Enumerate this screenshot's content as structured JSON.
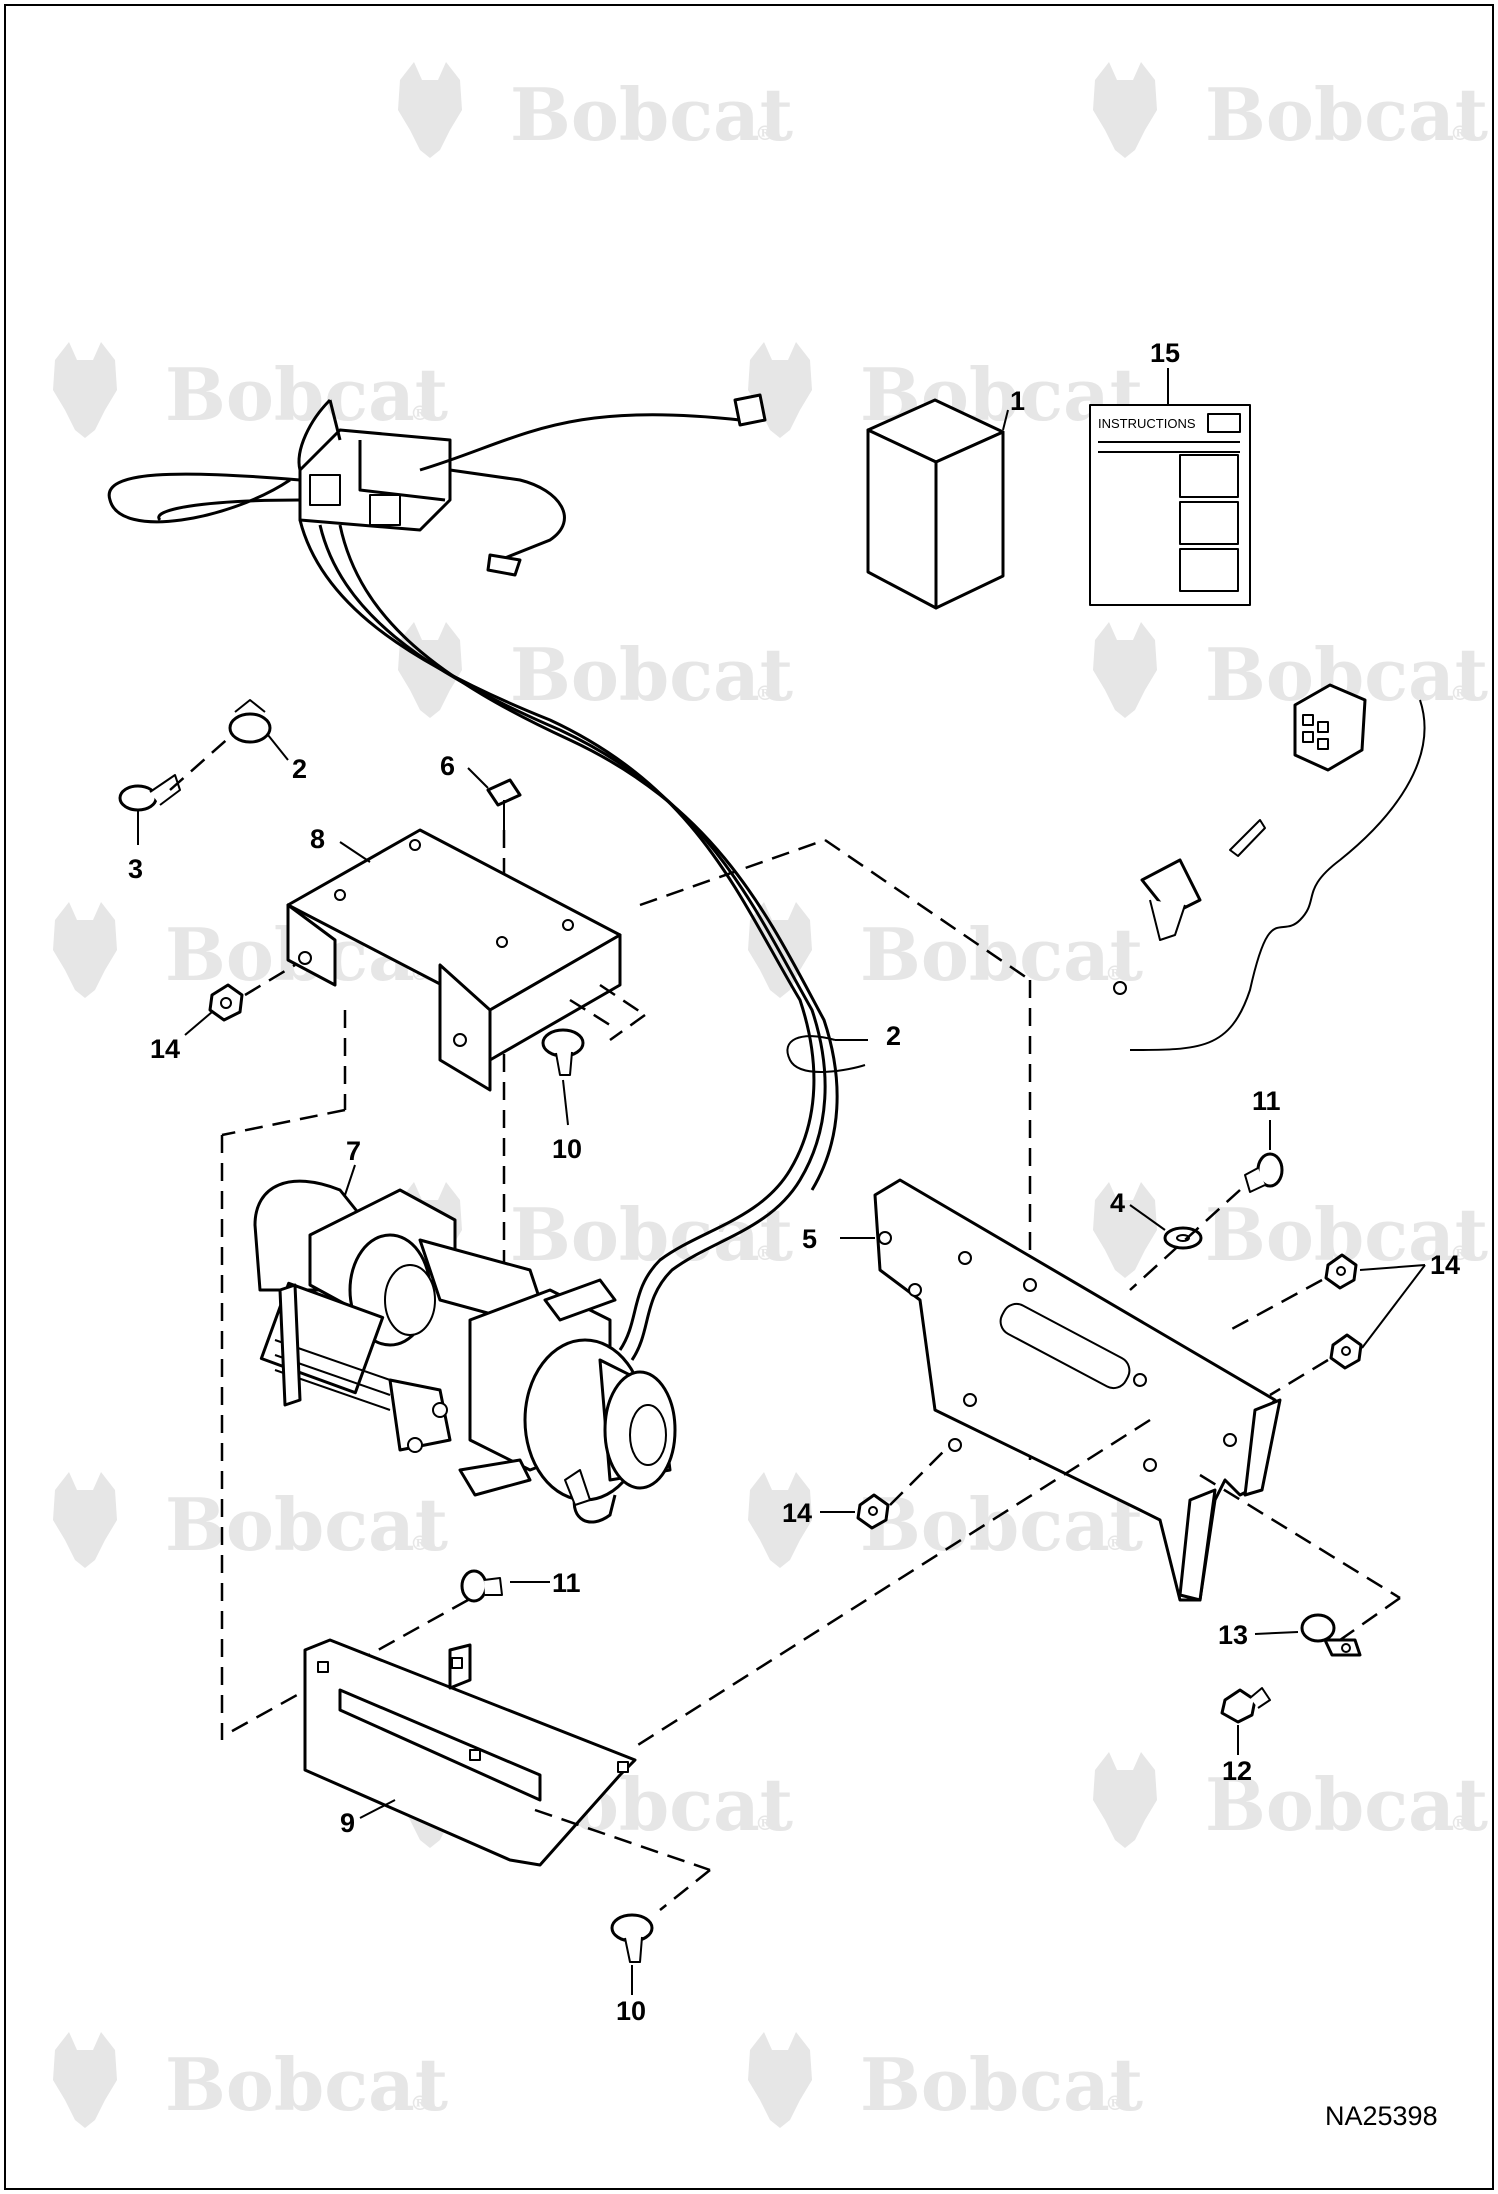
{
  "watermark": {
    "text": "Bobcat",
    "mark": "®",
    "color": "#e6e6e6"
  },
  "drawing_id": "NA25398",
  "instructions_label": "INSTRUCTIONS",
  "callouts": [
    {
      "id": "c1",
      "label": "1"
    },
    {
      "id": "c15",
      "label": "15"
    },
    {
      "id": "c2a",
      "label": "2"
    },
    {
      "id": "c3",
      "label": "3"
    },
    {
      "id": "c6",
      "label": "6"
    },
    {
      "id": "c8",
      "label": "8"
    },
    {
      "id": "c14a",
      "label": "14"
    },
    {
      "id": "c2b",
      "label": "2"
    },
    {
      "id": "c10a",
      "label": "10"
    },
    {
      "id": "c7",
      "label": "7"
    },
    {
      "id": "c11a",
      "label": "11"
    },
    {
      "id": "c4",
      "label": "4"
    },
    {
      "id": "c5",
      "label": "5"
    },
    {
      "id": "c14b",
      "label": "14"
    },
    {
      "id": "c14c",
      "label": "14"
    },
    {
      "id": "c11b",
      "label": "11"
    },
    {
      "id": "c13",
      "label": "13"
    },
    {
      "id": "c12",
      "label": "12"
    },
    {
      "id": "c9",
      "label": "9"
    },
    {
      "id": "c10b",
      "label": "10"
    }
  ]
}
